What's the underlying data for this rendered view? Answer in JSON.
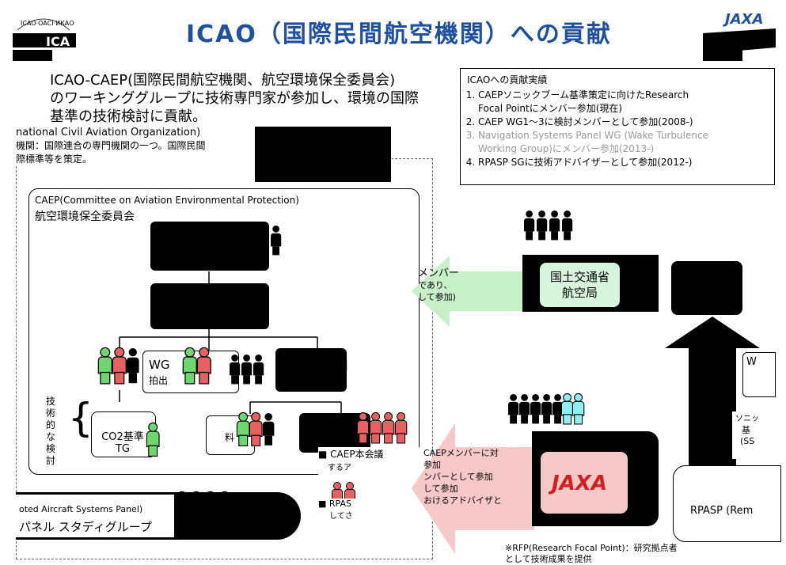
{
  "header": {
    "title": "ICAO（国際民間航空機関）への貢献",
    "left_logo_text": "ICAO·OACI·ИКАО",
    "left_logo_abbr": "ICA",
    "right_logo_text": "JAXA"
  },
  "intro": {
    "line1": "ICAO-CAEP(国際民間航空機関、航空環境保全委員会)",
    "line2": "のワーキンググループに技術専門家が参加し、環境の国際",
    "line3": "基準の技術検討に貢献。"
  },
  "achievements": {
    "heading": "ICAOへの貢献実績",
    "items": [
      "CAEPソニックブーム基準策定に向けたResearch Focal Pointにメンバー参加(現在)",
      "CAEP WG1〜3に検討メンバーとして参加(2008-)",
      "Navigation Systems Panel WG (Wake Turbulence Working Group)にメンバー参加(2013-)",
      "RPASP SGに技術アドバイザーとして参加(2012-)"
    ],
    "item1a": "CAEPソニックブーム基準策定に向けたResearch",
    "item1b": "Focal Pointにメンバー参加(現在)",
    "item2": "CAEP WG1〜3に検討メンバーとして参加(2008-)",
    "item3a": "Navigation Systems Panel WG (Wake Turbulence",
    "item3b": "Working Group)にメンバー参加(2013-)",
    "item4": "RPASP SGに技術アドバイザーとして参加(2012-)"
  },
  "icao_box": {
    "line1": "national Civil Aviation Organization)",
    "line2": "機関：国際連合の専門機関の一つ。国際民間",
    "line3": "際標準等を策定。"
  },
  "caep": {
    "title_en": "CAEP(Committee on Aviation Environmental Protection)",
    "title_jp": "航空環境保全委員会",
    "wg_label": "WG",
    "wg_sub": "拍出",
    "tech_review": "技術的な検討",
    "co2_label": "CO2基準TG",
    "shiryo": "料",
    "caep_meeting": "■ CAEP本会議",
    "caep_meeting_sub": "するア",
    "rpas_note": "■ RPAS",
    "rpas_note_sub": "してさ"
  },
  "mlit": {
    "label_line1": "国土交通省",
    "label_line2": "航空局",
    "arrow_line1": "メンバー",
    "arrow_line2": "であり、",
    "arrow_line3": "して参加)"
  },
  "jaxa": {
    "logo": "JAXA",
    "arrow_line1": "CAEPメンバーに対",
    "arrow_line2": "参加",
    "arrow_line3": "ンバーとして参加",
    "arrow_line4": "して参加",
    "arrow_line5": "おけるアドバイザと"
  },
  "right_side": {
    "w_label": "W",
    "sonic_label": "ソニッ",
    "sonic_sub": "基",
    "sonic_sub2": "(SS",
    "rpasp": "RPASP (Rem"
  },
  "rpas_panel": {
    "line1": "oted Aircraft Systems Panel)",
    "line2": "パネル スタディグループ"
  },
  "footnote": {
    "line1": "※RFP(Research Focal Point)：研究拠点者",
    "line2": "として技術成果を提供"
  },
  "colors": {
    "title_blue": "#2050a0",
    "pink_arrow": "#f6c8c8",
    "green_arrow": "#c8f0c8",
    "mlit_box": "#d7f5dc",
    "person_red": "#e86060",
    "person_green": "#6ed86e",
    "person_cyan": "#8ff0f0",
    "jaxa_red": "#d21e1e"
  }
}
